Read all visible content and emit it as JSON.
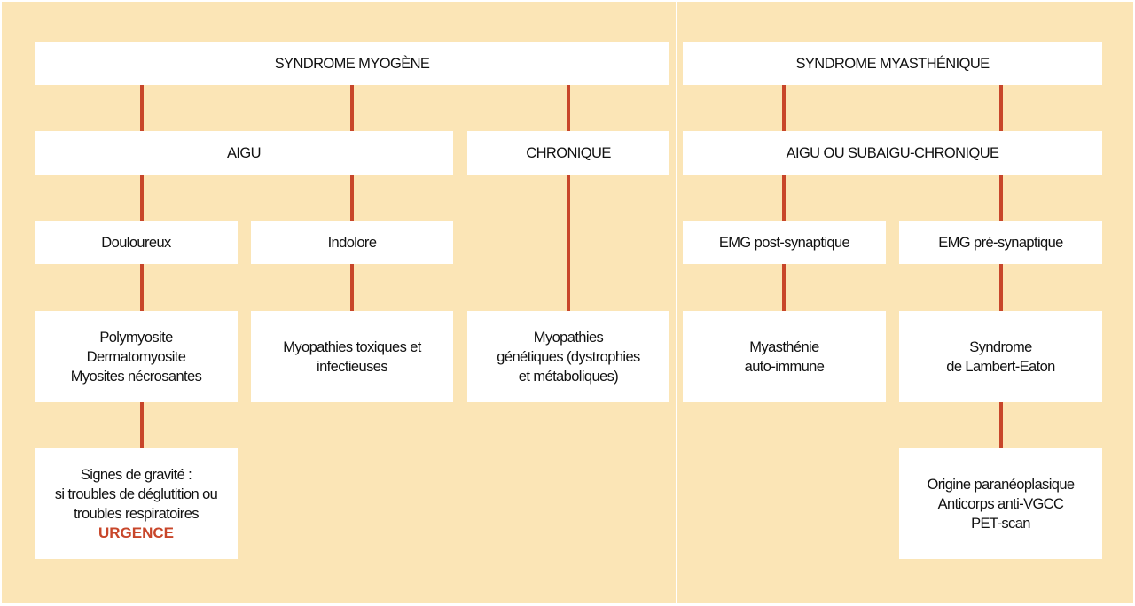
{
  "colors": {
    "background": "#fbe5b6",
    "connector": "#c8462a",
    "urgent": "#c8462a"
  },
  "myogene": {
    "title": "SYNDROME MYOGÈNE",
    "aigu": "AIGU",
    "chronique": "CHRONIQUE",
    "douloureux": "Douloureux",
    "indolore": "Indolore",
    "polymyosite": [
      "Polymyosite",
      "Dermatomyosite",
      "Myosites nécrosantes"
    ],
    "toxiques": [
      "Myopathies toxiques et",
      "infectieuses"
    ],
    "genetiques": [
      "Myopathies",
      "génétiques (dystrophies",
      "et métaboliques)"
    ],
    "gravite": [
      "Signes de gravité :",
      "si troubles de déglutition ou",
      "troubles respiratoires"
    ],
    "urgence": "URGENCE"
  },
  "myasthenique": {
    "title": "SYNDROME MYASTHÉNIQUE",
    "aigu": "AIGU OU SUBAIGU-CHRONIQUE",
    "post": "EMG post-synaptique",
    "pre": "EMG pré-synaptique",
    "myasthenie": [
      "Myasthénie",
      "auto-immune"
    ],
    "lambert": [
      "Syndrome",
      "de Lambert-Eaton"
    ],
    "origine": [
      "Origine paranéoplasique",
      "Anticorps anti-VGCC",
      "PET-scan"
    ]
  }
}
